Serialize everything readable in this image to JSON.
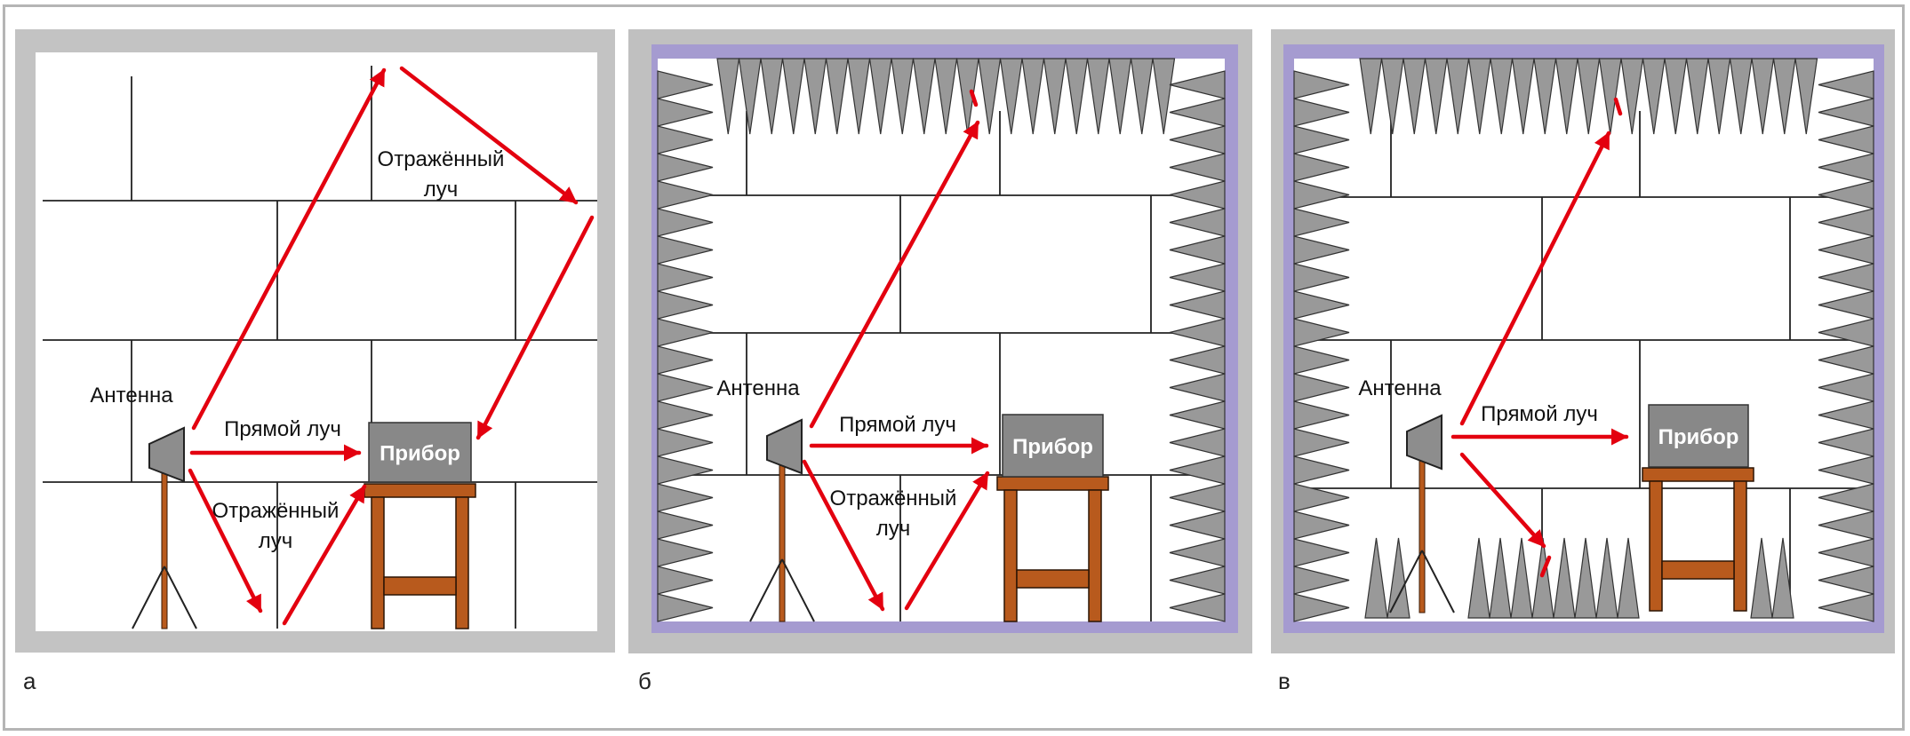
{
  "panels": [
    {
      "caption": "а",
      "labels": {
        "antenna": "Антенна",
        "direct": "Прямой луч",
        "reflected_top": "Отражённый луч",
        "reflected_bottom": "Отражённый луч",
        "device": "Прибор"
      }
    },
    {
      "caption": "б",
      "labels": {
        "antenna": "Антенна",
        "direct": "Прямой луч",
        "reflected_bottom": "Отражённый луч",
        "device": "Прибор"
      }
    },
    {
      "caption": "в",
      "labels": {
        "antenna": "Антенна",
        "direct": "Прямой луч",
        "device": "Прибор"
      }
    }
  ],
  "colors": {
    "ray": "#e3000f",
    "panel_a_border": "#c3c3c3",
    "panel_bv_border": "#c0c0c0",
    "absorber_stripe": "#a59bd0",
    "absorber": "#999999",
    "table": "#b85a1d",
    "device": "#888888",
    "wall_lines": "#222222"
  }
}
